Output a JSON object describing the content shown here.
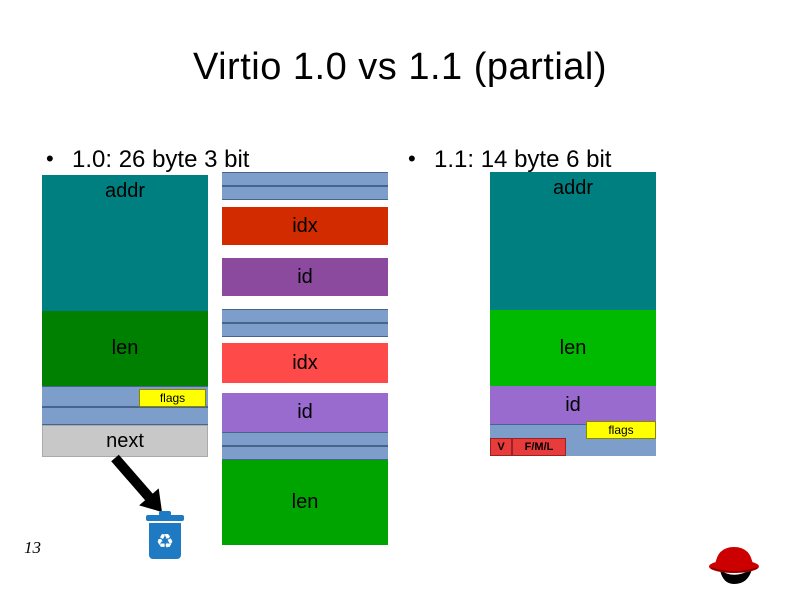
{
  "title": "Virtio 1.0 vs 1.1 (partial)",
  "bullet_char": "•",
  "bullets": [
    {
      "text": "1.0: 26 byte 3 bit"
    },
    {
      "text": "1.1: 14 byte 6 bit"
    }
  ],
  "left_stack": {
    "addr_label": "addr",
    "len_label": "len",
    "flags_label": "flags",
    "next_label": "next"
  },
  "middle_stack": {
    "idx_top_label": "idx",
    "id_top_label": "id",
    "idx_bottom_label": "idx",
    "id_bottom_label": "id",
    "len_label": "len"
  },
  "right_stack": {
    "addr_label": "addr",
    "len_label": "len",
    "id_label": "id",
    "flags_label": "flags",
    "v_label": "V",
    "fml_label": "F/M/L"
  },
  "page_number": "13",
  "icons": {
    "recycle_bin": "recycle-bin-icon",
    "recycle_glyph": "♻",
    "redhat_logo": "redhat-logo"
  },
  "colors": {
    "teal": "#007f80",
    "green_dark": "#008000",
    "green_mid": "#00a400",
    "green_bright": "#00ba00",
    "blue_row": "#7d9dcb",
    "yellow_flags": "#ffff00",
    "gray_next": "#c8c8c8",
    "red_dark": "#d32b00",
    "red_bright": "#ff4a4a",
    "purple_dark": "#8b4a9e",
    "purple_light": "#9a6bce",
    "bin_blue": "#1e7ac2",
    "redhat_red": "#cc0000"
  }
}
